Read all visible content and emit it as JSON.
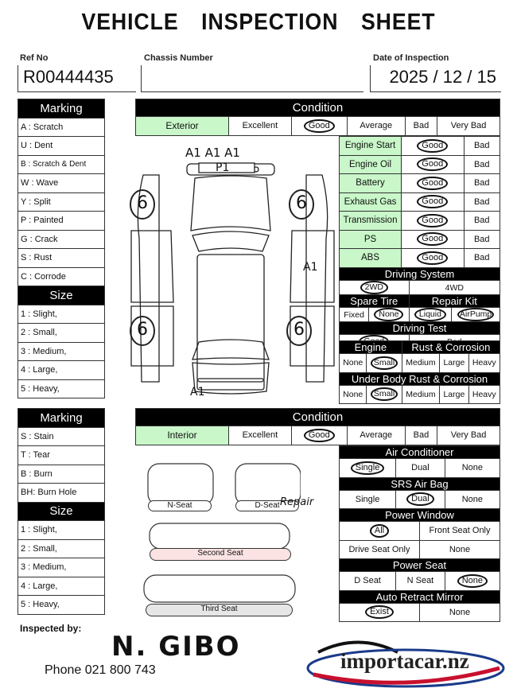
{
  "title": "VEHICLE INSPECTION SHEET",
  "header": {
    "ref_label": "Ref No",
    "ref_value": "R00444435",
    "chassis_label": "Chassis Number",
    "chassis_value": "",
    "date_label": "Date of Inspection",
    "date_value": "2025 / 12 / 15"
  },
  "marking1": {
    "title": "Marking",
    "items": [
      "A  : Scratch",
      "U  : Dent",
      "B  : Scratch & Dent",
      "W  : Wave",
      "Y  : Split",
      "P  : Painted",
      "G  : Crack",
      "S  : Rust",
      "C  : Corrode"
    ],
    "size_title": "Size",
    "sizes": [
      "1  : Slight,",
      "2  : Small,",
      "3  : Medium,",
      "4  : Large,",
      "5  : Heavy,"
    ]
  },
  "condition1": {
    "title": "Condition",
    "row_label": "Exterior",
    "options": [
      "Excellent",
      "Good",
      "Average",
      "Bad",
      "Very Bad"
    ],
    "checks": [
      {
        "label": "Engine Start",
        "good": "Good",
        "bad": "Bad"
      },
      {
        "label": "Engine Oil",
        "good": "Good",
        "bad": "Bad"
      },
      {
        "label": "Battery",
        "good": "Good",
        "bad": "Bad"
      },
      {
        "label": "Exhaust Gas",
        "good": "Good",
        "bad": "Bad"
      },
      {
        "label": "Transmission",
        "good": "Good",
        "bad": "Bad"
      },
      {
        "label": "PS",
        "good": "Good",
        "bad": "Bad"
      },
      {
        "label": "ABS",
        "good": "Good",
        "bad": "Bad"
      }
    ],
    "driving_system": {
      "title": "Driving System",
      "a": "2WD",
      "b": "4WD"
    },
    "spare_tire": {
      "title": "Spare Tire",
      "a": "Fixed",
      "b": "None"
    },
    "repair_kit": {
      "title": "Repair Kit",
      "a": "Liquid",
      "b": "AirPump"
    },
    "driving_test": {
      "title": "Driving Test",
      "a": "Good",
      "b": "Bad"
    },
    "engine_rust": {
      "title_a": "Engine",
      "title_b": "Rust & Corrosion",
      "opts": [
        "None",
        "Small",
        "Medium",
        "Large",
        "Heavy"
      ]
    },
    "underbody": {
      "title": "Under Body Rust & Corrosion",
      "opts": [
        "None",
        "Small",
        "Medium",
        "Large",
        "Heavy"
      ]
    }
  },
  "diagram_marks": {
    "top": "A1   A1   A1",
    "p1": "P1",
    "six": "6",
    "side": "A1",
    "bottom": "A1"
  },
  "marking2": {
    "title": "Marking",
    "items": [
      "S  : Stain",
      "T  : Tear",
      "B  : Burn",
      "BH: Burn Hole"
    ],
    "size_title": "Size",
    "sizes": [
      "1  : Slight,",
      "2  : Small,",
      "3  : Medium,",
      "4  : Large,",
      "5  : Heavy,"
    ]
  },
  "condition2": {
    "title": "Condition",
    "row_label": "Interior",
    "options": [
      "Excellent",
      "Good",
      "Average",
      "Bad",
      "Very Bad"
    ],
    "aircon": {
      "title": "Air Conditioner",
      "opts": [
        "Single",
        "Dual",
        "None"
      ]
    },
    "airbag": {
      "title": "SRS Air Bag",
      "opts": [
        "Single",
        "Dual",
        "None"
      ]
    },
    "power_window": {
      "title": "Power Window",
      "opts": [
        "All",
        "Front Seat Only",
        "Drive Seat Only",
        "None"
      ]
    },
    "power_seat": {
      "title": "Power Seat",
      "opts": [
        "D Seat",
        "N Seat",
        "None"
      ]
    },
    "mirror": {
      "title": "Auto Retract Mirror",
      "opts": [
        "Exist",
        "None"
      ]
    }
  },
  "seats": {
    "n_seat": "N-Seat",
    "d_seat": "D-Seat",
    "repair": "Repair",
    "second": "Second  Seat",
    "third": "Third   Seat"
  },
  "footer": {
    "inspected_by": "Inspected by:",
    "signature": "N. GIBO",
    "phone": "Phone  021 800 743",
    "logo": "importacar.nz"
  }
}
